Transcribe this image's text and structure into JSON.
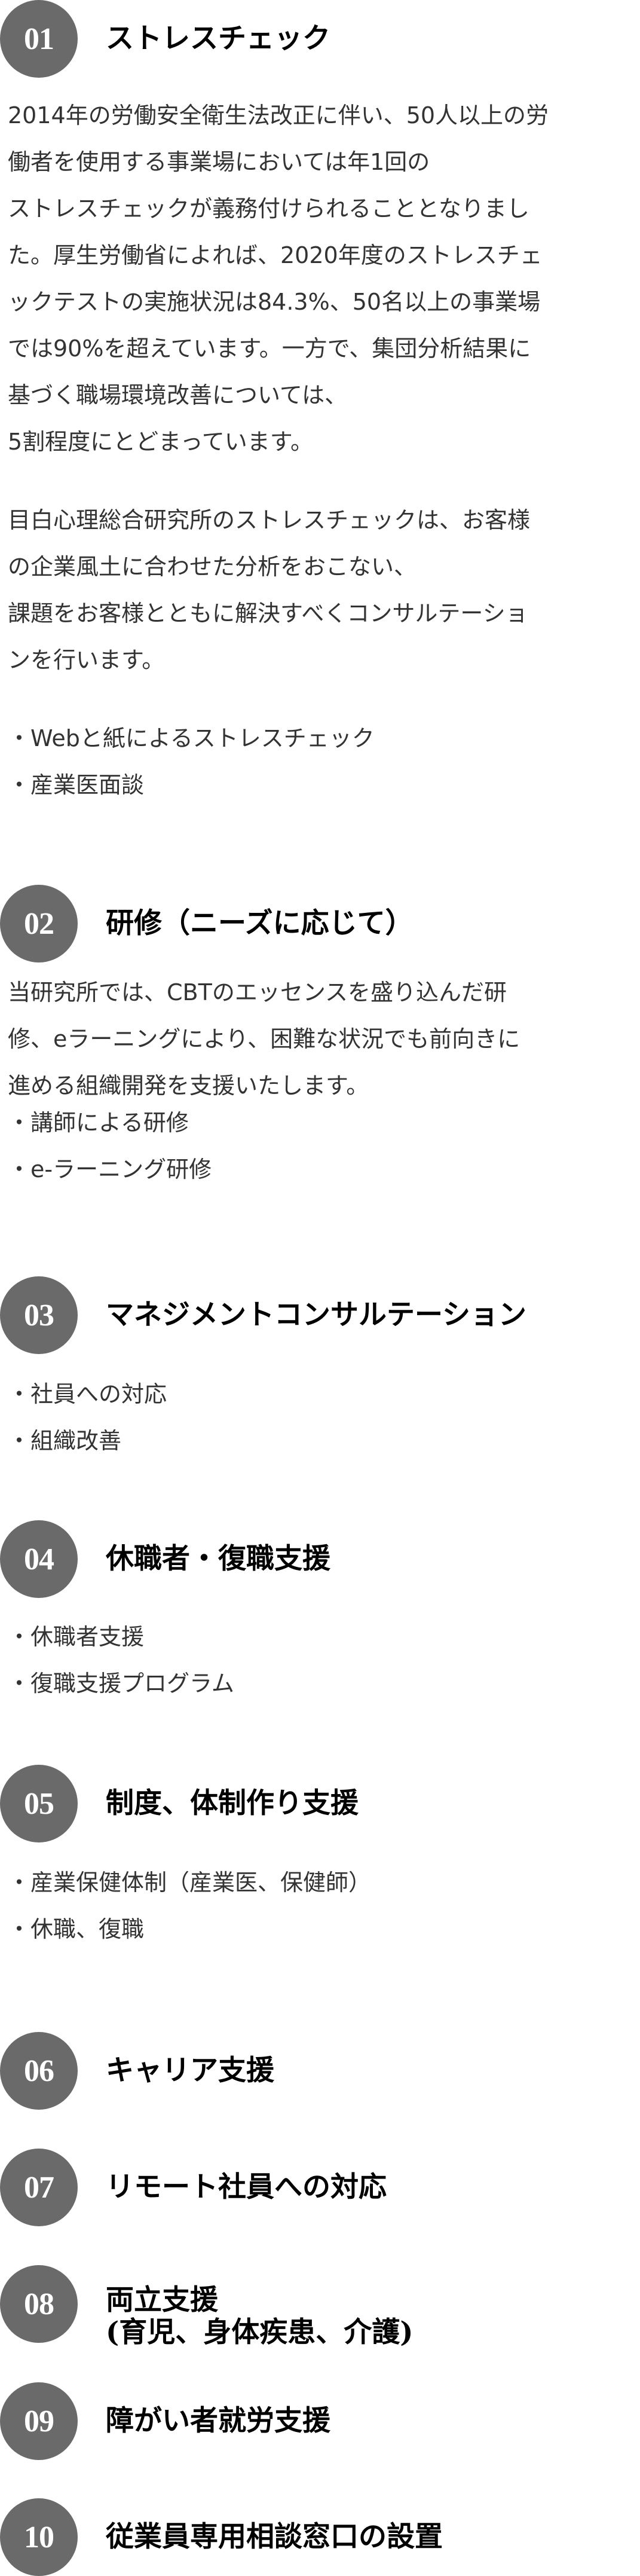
{
  "colors": {
    "circle_bg": "#6a6a6a",
    "circle_text": "#ffffff",
    "title": "#000000",
    "body_text": "#333333"
  },
  "sections": [
    {
      "number": "01",
      "title": "ストレスチェック",
      "paragraph1": [
        "2014年の労働安全衛生法改正に伴い、50人以上の労",
        "働者を使用する事業場においては年1回の",
        "ストレスチェックが義務付けられることとなりまし",
        "た。厚生労働省によれば、2020年度のストレスチェ",
        "ックテストの実施状況は84.3%、50名以上の事業場",
        "では90%を超えています。一方で、集団分析結果に",
        "基づく職場環境改善については、",
        "5割程度にとどまっています。"
      ],
      "paragraph2": [
        "目白心理総合研究所のストレスチェックは、お客様",
        "の企業風土に合わせた分析をおこない、",
        "課題をお客様とともに解決すべくコンサルテーショ",
        "ンを行います。"
      ],
      "bullets": [
        "・Webと紙によるストレスチェック",
        "・産業医面談"
      ]
    },
    {
      "number": "02",
      "title": "研修（ニーズに応じて）",
      "paragraph1": [
        "当研究所では、CBTのエッセンスを盛り込んだ研",
        "修、eラーニングにより、困難な状況でも前向きに",
        "進める組織開発を支援いたします。"
      ],
      "bullets": [
        "・講師による研修",
        "・e-ラーニング研修"
      ]
    },
    {
      "number": "03",
      "title": "マネジメントコンサルテーション",
      "bullets": [
        "・社員への対応",
        "・組織改善"
      ]
    },
    {
      "number": "04",
      "title": "休職者・復職支援",
      "bullets": [
        "・休職者支援",
        "・復職支援プログラム"
      ]
    },
    {
      "number": "05",
      "title": "制度、体制作り支援",
      "bullets": [
        "・産業保健体制（産業医、保健師）",
        "・休職、復職"
      ]
    },
    {
      "number": "06",
      "title": "キャリア支援"
    },
    {
      "number": "07",
      "title": "リモート社員への対応"
    },
    {
      "number": "08",
      "title_lines": [
        "両立支援",
        "(育児、身体疾患、介護)"
      ]
    },
    {
      "number": "09",
      "title": "障がい者就労支援"
    },
    {
      "number": "10",
      "title": "従業員専用相談窓口の設置"
    }
  ]
}
